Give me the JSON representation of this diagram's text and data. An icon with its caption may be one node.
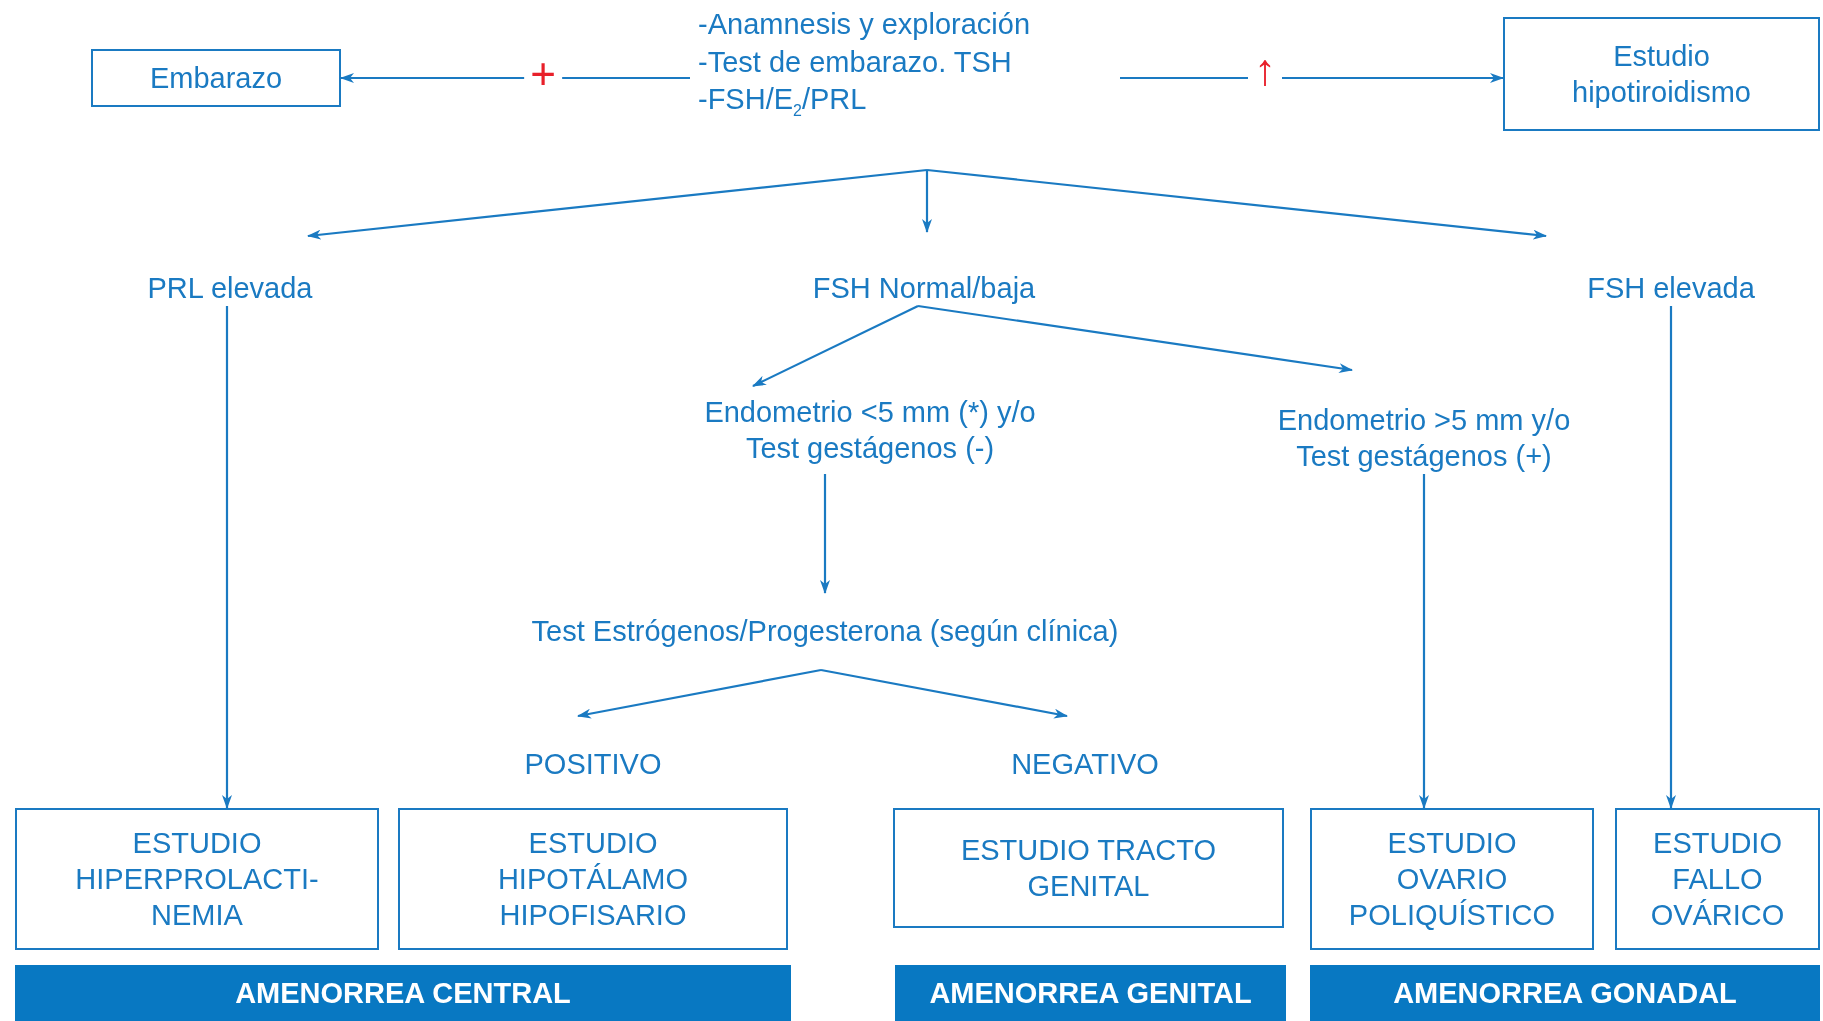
{
  "diagram": {
    "nodes": [
      {
        "text": [
          "Embarazo"
        ]
      },
      {
        "text": [
          "-Anamnesis y exploración",
          "-Test de embarazo. TSH",
          "-FSH/E$_{2}$/PRL"
        ]
      },
      {
        "text": [
          "Estudio hipotiroidismo"
        ]
      },
      {
        "text": [
          "PRL elevada"
        ]
      },
      {
        "text": [
          "FSH Normal/baja"
        ]
      },
      {
        "text": [
          "FSH elevada"
        ]
      },
      {
        "text": [
          "Endometrio <5 mm (*) y/o Test gestágenos (-)"
        ]
      },
      {
        "text": [
          "Endometrio >5 mm y/o Test gestágenos (+)"
        ]
      },
      {
        "text": [
          "Test Estrógenos/Progesterona (según clínica)"
        ]
      },
      {
        "text": [
          "POSITIVO"
        ]
      },
      {
        "text": [
          "NEGATIVO"
        ]
      },
      {
        "text": [
          "ESTUDIO HIPERPROLACTI-NEMIA"
        ]
      },
      {
        "text": [
          "ESTUDIO HIPOTÁLAMO HIPOFISARIO"
        ]
      },
      {
        "text": [
          "ESTUDIO TRACTO GENITAL"
        ]
      },
      {
        "text": [
          "ESTUDIO OVARIO POLIQUÍSTICO"
        ]
      },
      {
        "text": [
          "ESTUDIO FALLO OVÁRICO"
        ]
      },
      {
        "text": [
          "AMENORREA CENTRAL"
        ]
      },
      {
        "text": [
          "AMENORREA GENITAL"
        ]
      },
      {
        "text": [
          "AMENORREA GONADAL"
        ]
      }
    ],
    "edges": [
      {
        "from": 1,
        "to": 0,
        "arrow": "to",
        "label": "+"
      },
      {
        "from": 1,
        "to": 2,
        "arrow": "to",
        "label": "↑"
      },
      {
        "from": 1,
        "to": 3,
        "arrow": "to"
      },
      {
        "from": 1,
        "to": 4,
        "arrow": "to"
      },
      {
        "from": 1,
        "to": 5,
        "arrow": "to"
      },
      {
        "from": 4,
        "to": 6,
        "arrow": "to"
      },
      {
        "from": 4,
        "to": 7,
        "arrow": "to"
      },
      {
        "from": 6,
        "to": 8,
        "arrow": "to"
      },
      {
        "from": 8,
        "to": 9,
        "arrow": "to"
      },
      {
        "from": 8,
        "to": 10,
        "arrow": "to"
      },
      {
        "from": 3,
        "to": 11,
        "arrow": "to"
      },
      {
        "from": 7,
        "to": 14,
        "arrow": "to"
      },
      {
        "from": 5,
        "to": 15,
        "arrow": "to"
      }
    ]
  }
}
